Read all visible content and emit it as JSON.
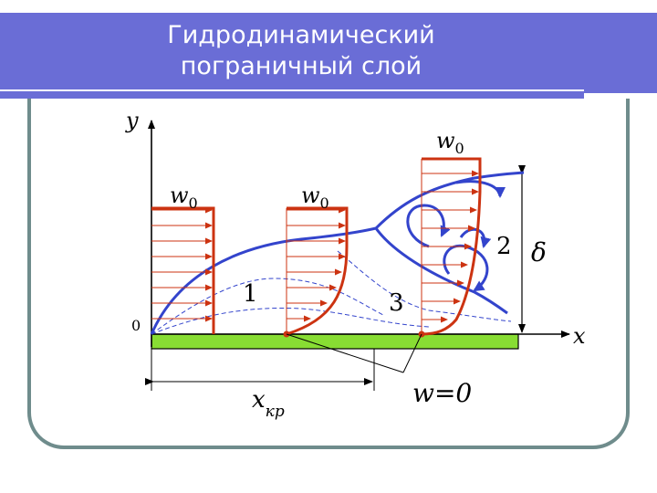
{
  "title": {
    "line1": "Гидродинамический",
    "line2": "пограничный слой"
  },
  "diagram": {
    "axis_y": "y",
    "axis_x": "x",
    "origin": "0",
    "w0_a": "w",
    "w0_sub": "0",
    "label_1": "1",
    "label_2": "2",
    "label_3": "3",
    "delta": "δ",
    "xkr_main": "x",
    "xkr_sub": "кр",
    "w_zero": "w=0",
    "colors": {
      "profile": "#cc3311",
      "boundary": "#3344cc",
      "plate": "#88dd33",
      "frame": "#6f8c8c",
      "title_band": "#6a6dd6"
    }
  }
}
